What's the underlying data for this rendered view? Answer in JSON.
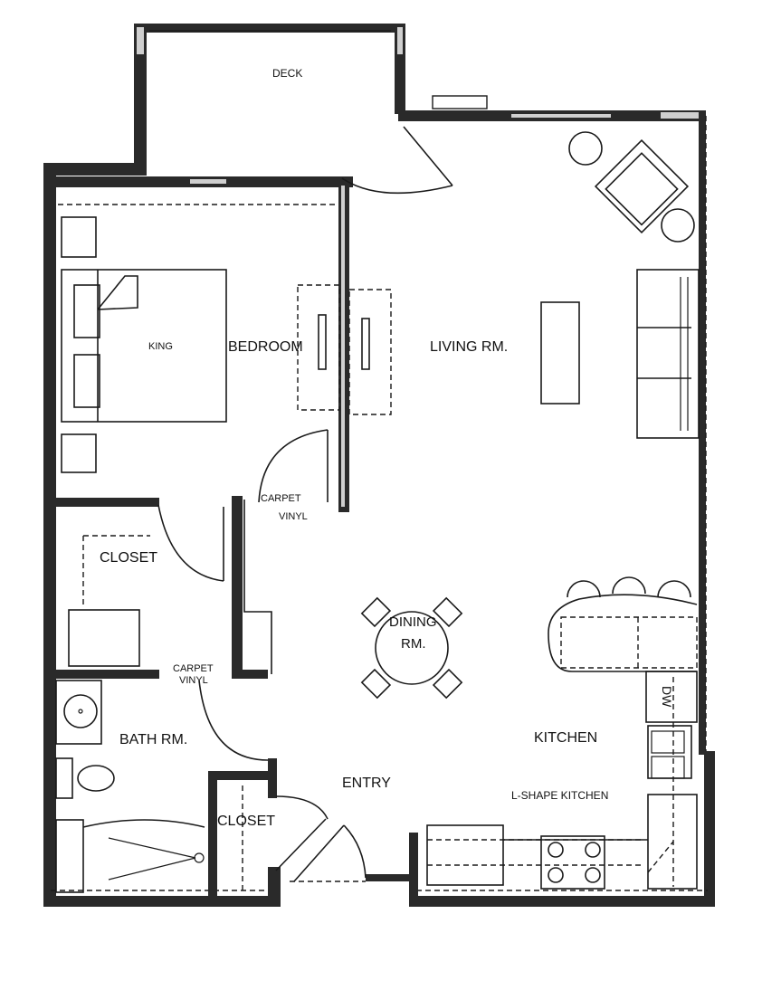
{
  "floorplan": {
    "rooms": {
      "deck": "DECK",
      "bedroom": "BEDROOM",
      "king_bed": "KING",
      "living_room": "LIVING RM.",
      "dining_room_line1": "DINING",
      "dining_room_line2": "RM.",
      "closet_bedroom": "CLOSET",
      "closet_entry": "CLOSET",
      "bath_room": "BATH RM.",
      "entry": "ENTRY",
      "kitchen": "KITCHEN",
      "kitchen_type": "L-SHAPE KITCHEN",
      "dishwasher": "DW"
    },
    "transitions": [
      {
        "line1": "CARPET",
        "line2": "VINYL"
      },
      {
        "line1": "CARPET",
        "line2": "VINYL"
      }
    ]
  }
}
